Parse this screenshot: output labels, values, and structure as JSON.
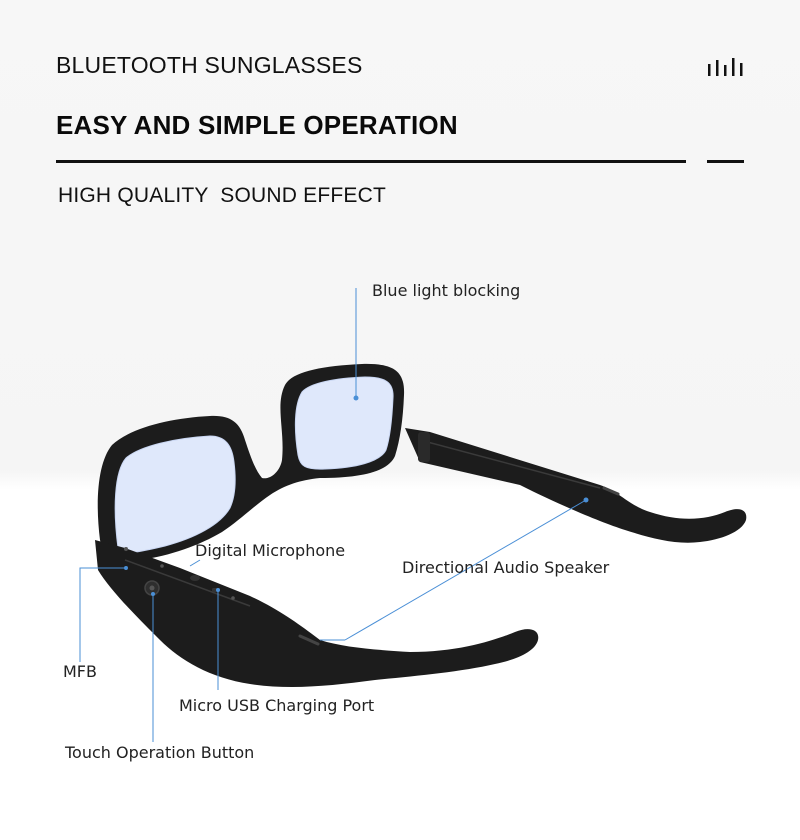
{
  "header": {
    "title": "BLUETOOTH SUNGLASSES",
    "headline": "EASY AND SIMPLE OPERATION",
    "subheadline": "HIGH QUALITY  SOUND EFFECT"
  },
  "callouts": {
    "blue_light": "Blue light blocking",
    "digital_mic": "Digital Microphone",
    "speaker": "Directional Audio Speaker",
    "mfb": "MFB",
    "usb": "Micro USB Charging Port",
    "touch": "Touch Operation Button"
  },
  "colors": {
    "frame": "#1c1c1c",
    "lens": "#dfe8fb",
    "callout_line": "#4a8fd6",
    "text": "#111111"
  }
}
